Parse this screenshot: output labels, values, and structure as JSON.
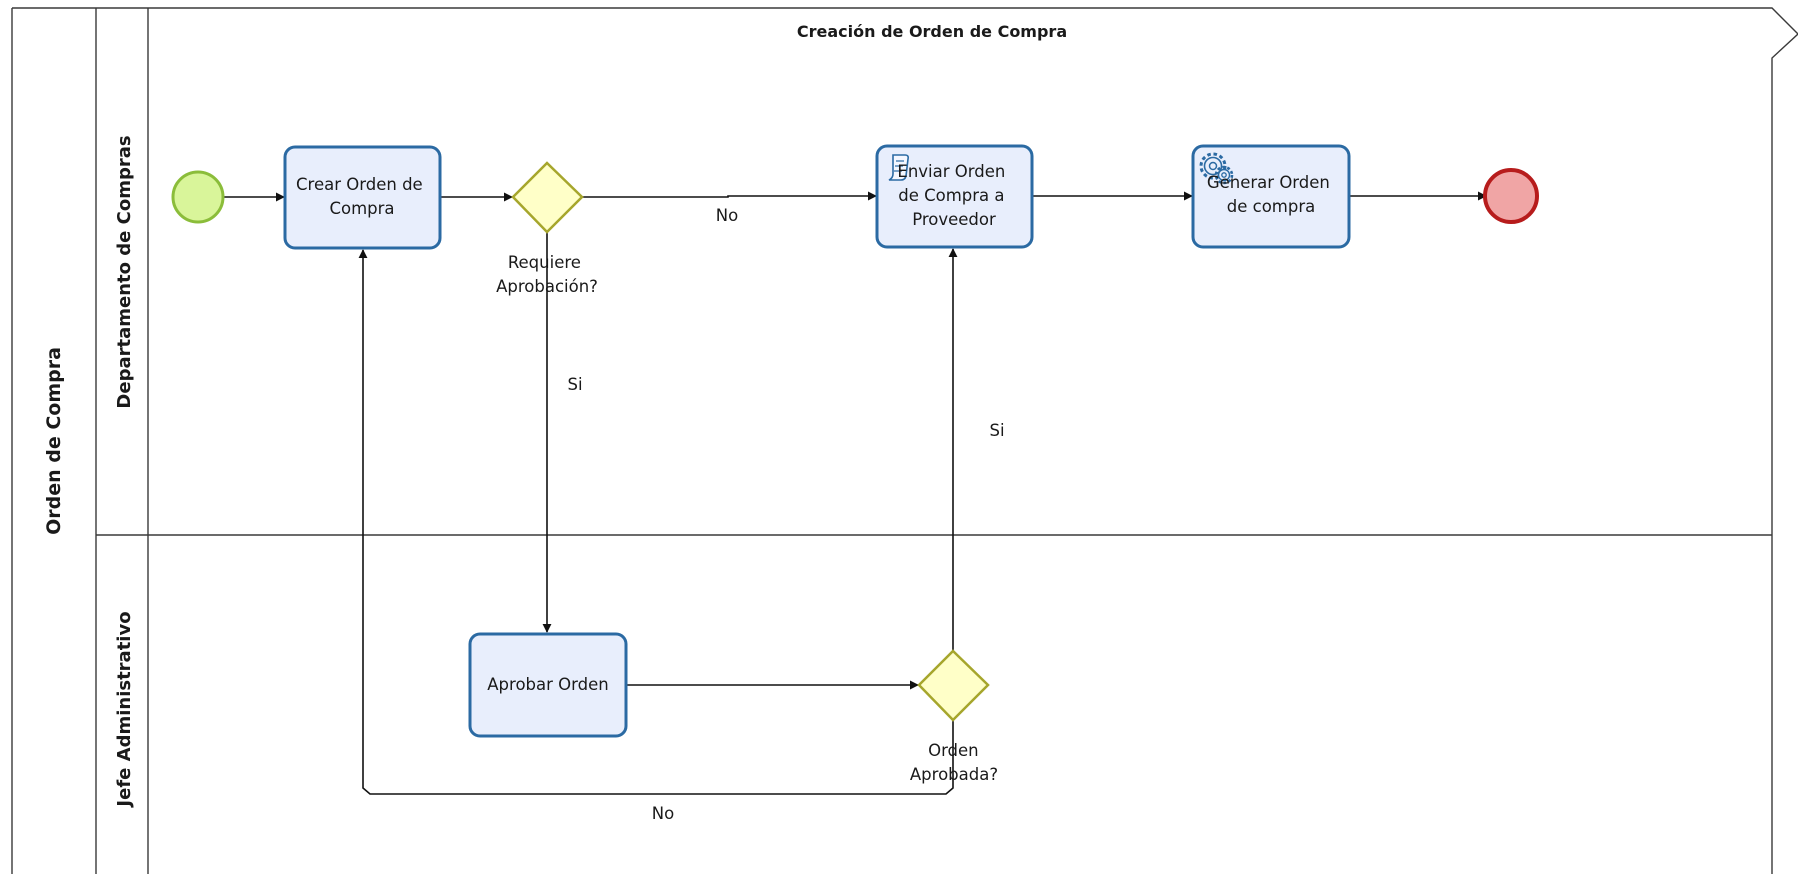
{
  "diagram": {
    "title": "Creación de Orden de Compra",
    "pool": {
      "label": "Orden de Compra"
    },
    "lanes": [
      {
        "label": "Departamento de Compras"
      },
      {
        "label": "Jefe Administrativo"
      }
    ]
  },
  "tasks": {
    "crear_orden": [
      "Crear Orden de",
      "Compra"
    ],
    "enviar_orden": [
      "Enviar Orden",
      "de Compra a",
      "Proveedor"
    ],
    "generar_orden": [
      "Generar Orden",
      "de compra"
    ],
    "aprobar_orden": [
      "Aprobar Orden"
    ]
  },
  "gateways": {
    "requiere_aprobacion": [
      "Requiere",
      "Aprobación?"
    ],
    "orden_aprobada": [
      "Orden",
      "Aprobada?"
    ]
  },
  "flow_labels": {
    "no_enviar": "No",
    "si_aprobar": "Si",
    "si_enviar": "Si",
    "no_rechazo": "No"
  },
  "icons": {
    "enviar_orden": "script-icon",
    "generar_orden": "gear-icon"
  },
  "colors": {
    "start_fill": "#d9f59a",
    "start_stroke": "#8bbd3a",
    "end_fill": "#f0a5a5",
    "end_stroke": "#b71c1c",
    "task_fill": "#e8eefc",
    "task_stroke": "#2b6aa3",
    "gateway_fill": "#ffffc8",
    "gateway_stroke": "#a6a62c"
  }
}
